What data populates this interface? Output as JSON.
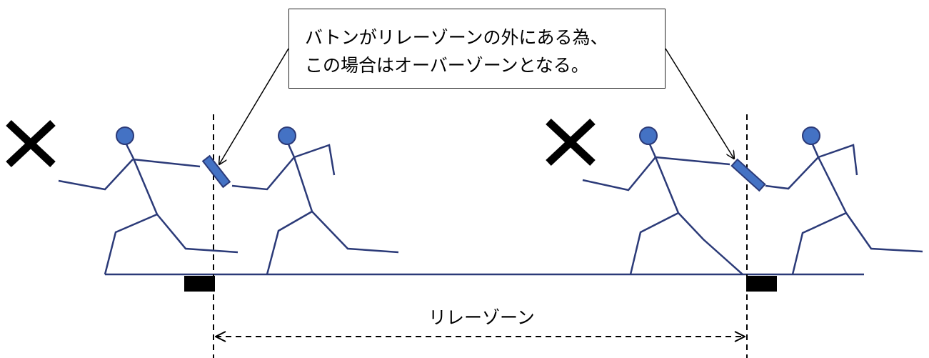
{
  "callout": {
    "line1": "バトンがリレーゾーンの外にある為、",
    "line2": "この場合はオーバーゾーンとなる。"
  },
  "zone_label": "リレーゾーン",
  "colors": {
    "runner": "#2b3a78",
    "runner_head": "#4472c4",
    "baton": "#4472c4",
    "mark": "#000000",
    "line": "#2b3a78"
  },
  "icons": [
    "cross-mark-icon",
    "runner-figure",
    "baton-icon",
    "arrow-icon"
  ]
}
